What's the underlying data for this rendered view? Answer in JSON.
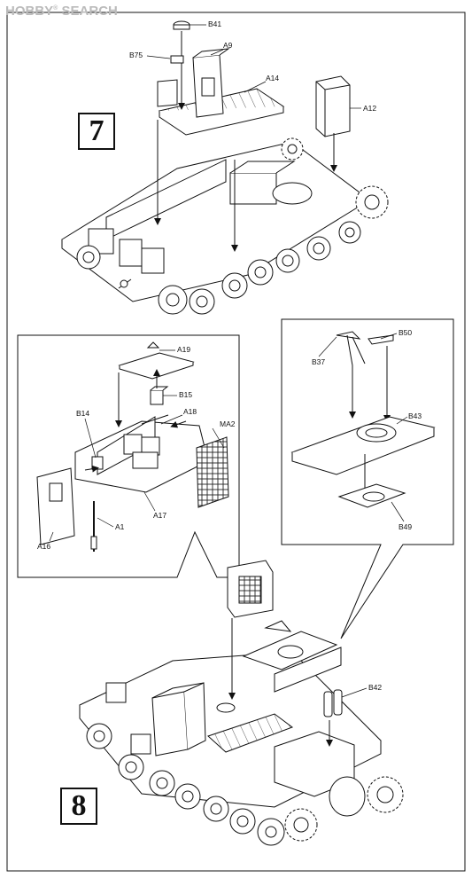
{
  "watermark": {
    "brand": "HOBBY",
    "suffix": "SEARCH"
  },
  "steps": {
    "seven": "7",
    "eight": "8"
  },
  "labels": {
    "b41": "B41",
    "b75": "B75",
    "a9": "A9",
    "a14": "A14",
    "a12": "A12",
    "a19": "A19",
    "b15": "B15",
    "b14": "B14",
    "a18": "A18",
    "ma2": "MA2",
    "a1": "A1",
    "a16": "A16",
    "a17": "A17",
    "b50": "B50",
    "b37": "B37",
    "b43": "B43",
    "b49": "B49",
    "b42": "B42"
  },
  "colors": {
    "line": "#111111",
    "paper": "#ffffff",
    "watermark": "#bbbbbb"
  }
}
